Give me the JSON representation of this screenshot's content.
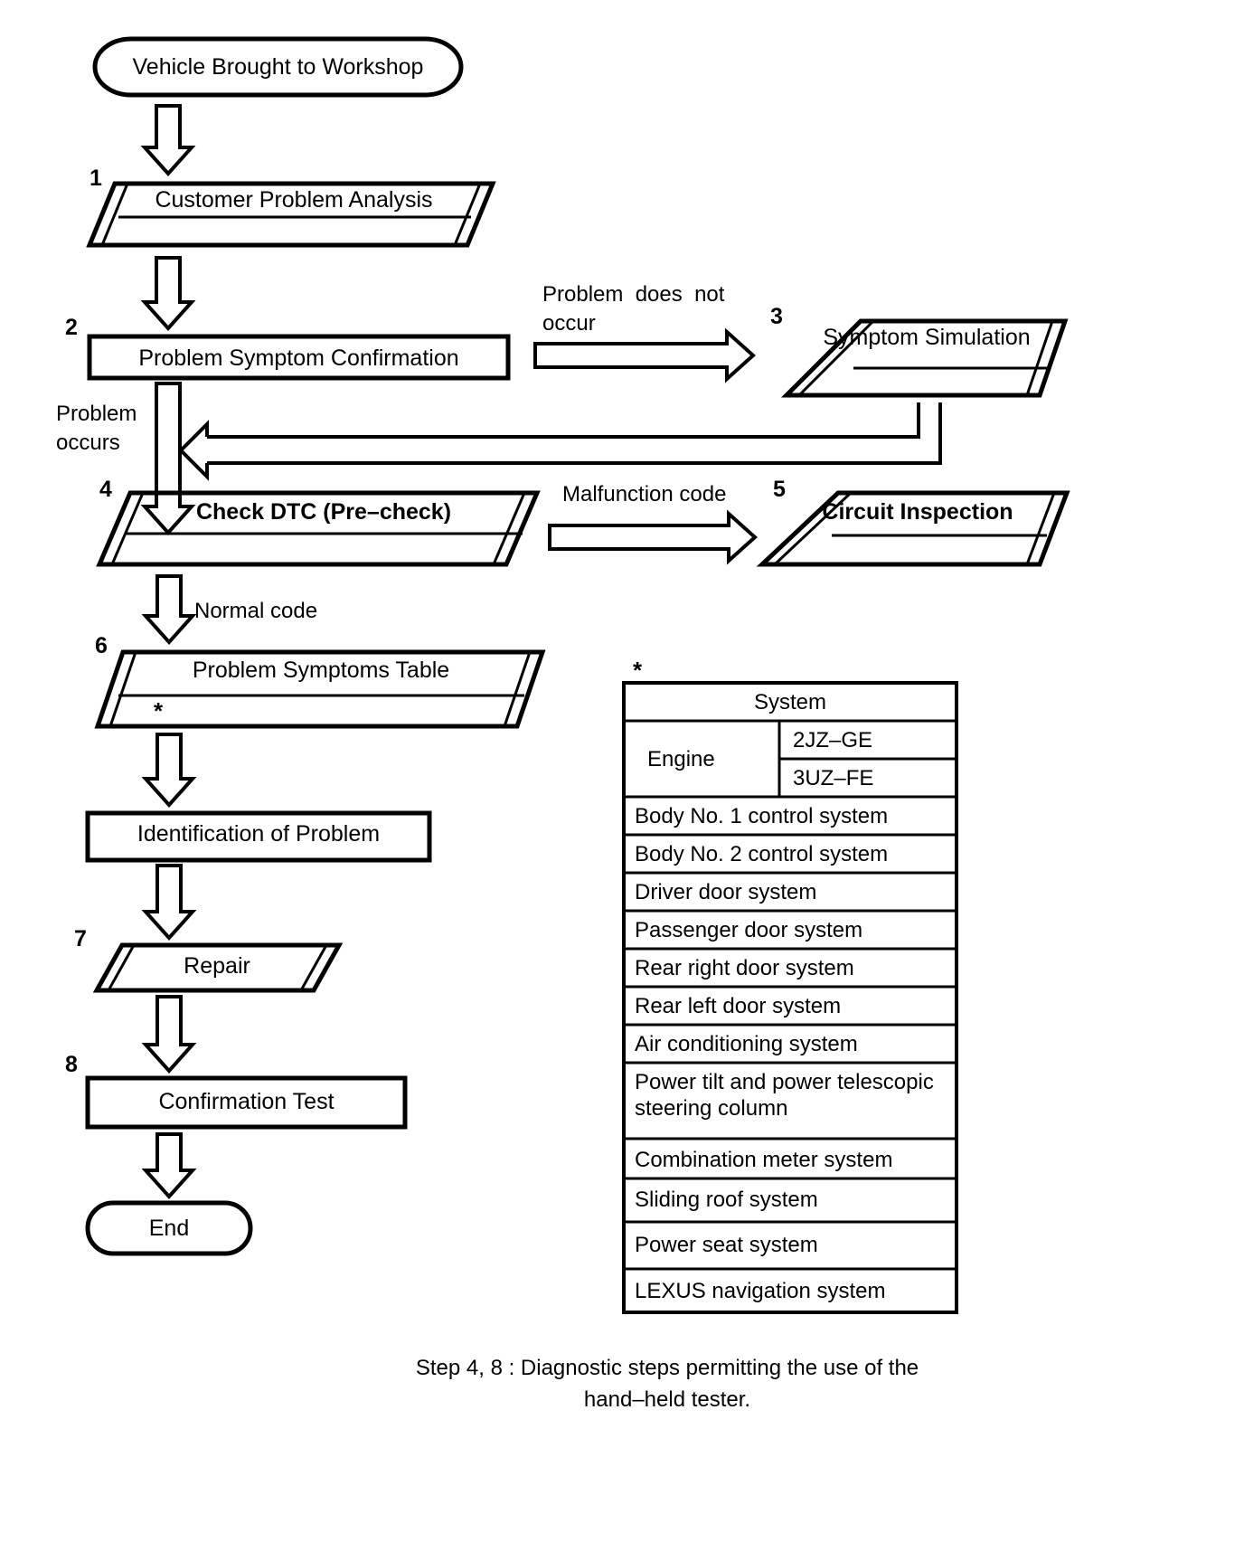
{
  "diagram": {
    "title": "Troubleshooting Flow Chart",
    "start_node": {
      "label": "Vehicle Brought to Workshop"
    },
    "end_node": {
      "label": "End"
    },
    "steps": [
      {
        "number": "1",
        "label": "Customer Problem Analysis",
        "shape": "document",
        "bold": false
      },
      {
        "number": "2",
        "label": "Problem Symptom Confirmation",
        "shape": "rect",
        "bold": false
      },
      {
        "number": "3",
        "label": "Symptom Simulation",
        "shape": "document",
        "bold": false
      },
      {
        "number": "4",
        "label": "Check DTC (Pre–check)",
        "shape": "document",
        "bold": true
      },
      {
        "number": "5",
        "label": "Circuit Inspection",
        "shape": "document",
        "bold": true
      },
      {
        "number": "6",
        "label": "Problem Symptoms Table",
        "shape": "document",
        "bold": false,
        "footnote_marker": "*"
      },
      {
        "number": "",
        "label": "Identification of Problem",
        "shape": "rect",
        "bold": false
      },
      {
        "number": "7",
        "label": "Repair",
        "shape": "parallelogram",
        "bold": false
      },
      {
        "number": "8",
        "label": "Confirmation Test",
        "shape": "rect",
        "bold": false
      }
    ],
    "edge_labels": {
      "problem_does_not_occur": "Problem  does  not\noccur",
      "problem_occurs": "Problem\noccurs",
      "malfunction_code": "Malfunction code",
      "normal_code": "Normal code"
    }
  },
  "system_table": {
    "marker": "*",
    "header": "System",
    "rows": [
      {
        "label": "Engine",
        "sub": [
          "2JZ–GE",
          "3UZ–FE"
        ]
      },
      {
        "label": "Body No. 1 control system"
      },
      {
        "label": "Body No. 2 control system"
      },
      {
        "label": "Driver door system"
      },
      {
        "label": "Passenger door system"
      },
      {
        "label": "Rear right door system"
      },
      {
        "label": "Rear left door system"
      },
      {
        "label": "Air conditioning system"
      },
      {
        "label": "Power tilt and power telescopic\nsteering column"
      },
      {
        "label": "Combination meter system"
      },
      {
        "label": "Sliding roof system"
      },
      {
        "label": "Power seat system"
      },
      {
        "label": "LEXUS navigation system"
      }
    ]
  },
  "footnote": {
    "line1": "Step 4, 8 : Diagnostic steps permitting the use of the",
    "line2": "hand–held tester."
  }
}
